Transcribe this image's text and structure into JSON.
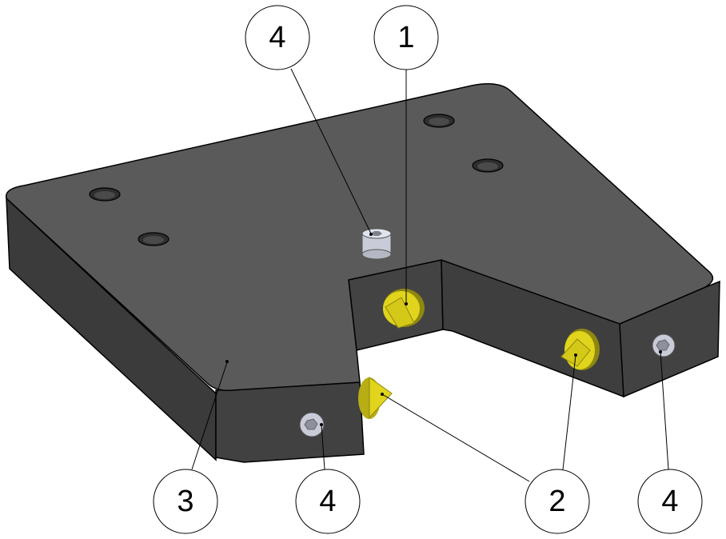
{
  "colors": {
    "background": "#ffffff",
    "part_top": "#5a5a5a",
    "part_side_dark": "#3b3b3b",
    "part_side_mid": "#474747",
    "outline": "#000000",
    "locator_pin": "#e0d51c",
    "locator_pin_shadow": "#8f8710",
    "screw": "#c9ccd8",
    "balloon_fill": "#ffffff",
    "balloon_stroke": "#000000"
  },
  "balloons": [
    {
      "label": "4"
    },
    {
      "label": "1"
    },
    {
      "label": "3"
    },
    {
      "label": "4"
    },
    {
      "label": "2"
    },
    {
      "label": "4"
    }
  ],
  "components": {
    "base_plate": "base-plate",
    "locator_pins": "locator-pin",
    "screws": "socket-head-cap-screw"
  }
}
